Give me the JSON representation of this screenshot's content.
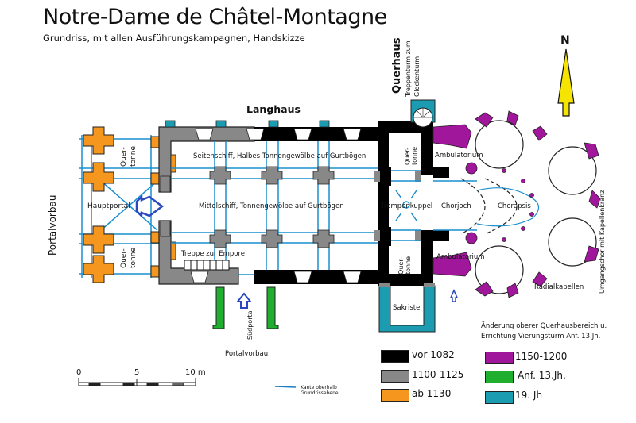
{
  "header": {
    "title": "Notre-Dame de Châtel-Montagne",
    "subtitle": "Grundriss,  mit allen Ausführungskampagnen, Handskizze"
  },
  "north_arrow": {
    "label": "N",
    "color": "#f5e400"
  },
  "plan_labels": {
    "langhaus": "Langhaus",
    "querhaus": "Querhaus",
    "treppenturm_line1": "Treppenturm zum",
    "treppenturm_line2": "Glockenturm",
    "portalvorbau_west": "Portalvorbau",
    "quertonne_top_1": "Quer-",
    "quertonne_top_2": "tonne",
    "quertonne_bottom_1": "Quer-",
    "quertonne_bottom_2": "tonne",
    "hauptportal": "Hauptportal",
    "seitenschiff": "Seitenschiff, Halbes Tonnengewölbe auf Gurtbögen",
    "mittelschiff": "Mittelschiff, Tonnengewölbe auf Gurtbögen",
    "treppe": "Treppe zur Empore",
    "quertonne_n_1": "Quer-",
    "quertonne_n_2": "tonne",
    "quertonne_s_1": "Quer-",
    "quertonne_s_2": "tonne",
    "trompenkuppel": "Trompenkuppel",
    "chorjoch": "Chorjoch",
    "ambulatorium_n": "Ambulatorium",
    "ambulatorium_s": "Ambulatorium",
    "chorapsis": "Chorapsis",
    "radialkapellen": "Radialkapellen",
    "umgangschor": "Umgangschor mit Kapellenkranz",
    "suedportal": "Südportal",
    "portalvorbau_south": "Portalvorbau",
    "sakristei": "Sakristei"
  },
  "scale_bar": {
    "ticks": [
      "0",
      "5",
      "10 m"
    ]
  },
  "edge_legend": {
    "line1": "Kante oberhalb",
    "line2": "Grundrissebene",
    "color": "#1a7fc4"
  },
  "note": {
    "line1": "Änderung oberer Querhausbereich u.",
    "line2": "Errichtung Vierungsturm  Anf. 13.Jh."
  },
  "legend": [
    {
      "label": "vor 1082",
      "color": "#000000"
    },
    {
      "label": "1100-1125",
      "color": "#888888"
    },
    {
      "label": "ab 1130",
      "color": "#f5961e"
    },
    {
      "label": "1150-1200",
      "color": "#a0179b"
    },
    {
      "label": "Anf. 13.Jh.",
      "color": "#1fae2e"
    },
    {
      "label": "19. Jh",
      "color": "#1c9cb0"
    }
  ],
  "colors": {
    "vault_line": "#1a8fd0",
    "arrow": "#2a48c0"
  }
}
